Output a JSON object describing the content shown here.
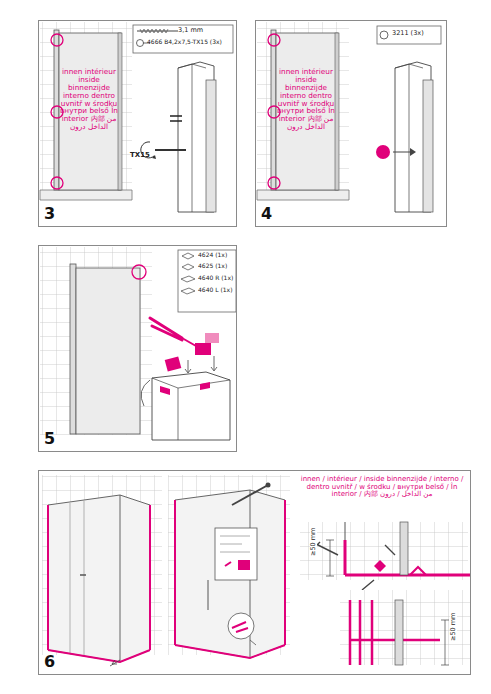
{
  "diagram": {
    "nodes": [
      {
        "text": [
          "3"
        ]
      },
      {
        "text": [
          "4"
        ]
      },
      {
        "text": [
          "5"
        ]
      },
      {
        "text": [
          "6"
        ]
      }
    ],
    "labels": [
      "3,1 mm",
      "4666 B4,2x7,5-TX15 (3x)",
      "innen intérieur inside binnenzijde interno dentro uvnitř w środku внутри belső În interior 内部 من الداخل درون",
      "TX15",
      "3211 (3x)",
      "innen intérieur inside binnenzijde interno dentro uvnitř w środku внутри belső În interior 内部 من الداخل درون",
      "4624 (1x)",
      "4625 (1x)",
      "4640 R (1x)",
      "4640 L (1x)",
      "innen / intérieur / inside binnenzijde / interno / dentro uvnitř / w środku / внутри belső / În interior / 内部 من الداخل / درون",
      "≥50 mm",
      "≥50 mm"
    ]
  }
}
